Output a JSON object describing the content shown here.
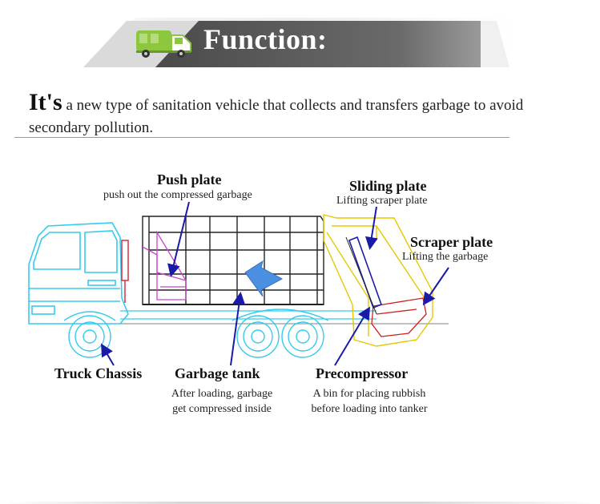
{
  "banner": {
    "title": "Function:"
  },
  "intro": {
    "lead": "It's",
    "rest": " a new type of sanitation vehicle that collects and transfers garbage to avoid secondary pollution."
  },
  "labels": {
    "push_plate": {
      "title": "Push plate",
      "desc": "push out the compressed garbage"
    },
    "sliding_plate": {
      "title": "Sliding plate",
      "desc": "Lifting scraper plate"
    },
    "scraper_plate": {
      "title": "Scraper plate",
      "desc": "Lifting the garbage"
    },
    "truck_chassis": {
      "title": "Truck Chassis"
    },
    "garbage_tank": {
      "title": "Garbage tank",
      "desc_line1": "After loading, garbage",
      "desc_line2": "get compressed inside"
    },
    "precompressor": {
      "title": "Precompressor",
      "desc_line1": "A bin for placing rubbish",
      "desc_line2": "before loading into tanker"
    }
  },
  "colors": {
    "banner_dark": "#555555",
    "icon_green": "#8dc63f",
    "cab": "#33ccee",
    "body": "#222222",
    "push_plate": "#cc44cc",
    "hopper": "#e8c800",
    "arrow": "#1a1aa8",
    "flow_arrow": "#4a8fe0"
  }
}
